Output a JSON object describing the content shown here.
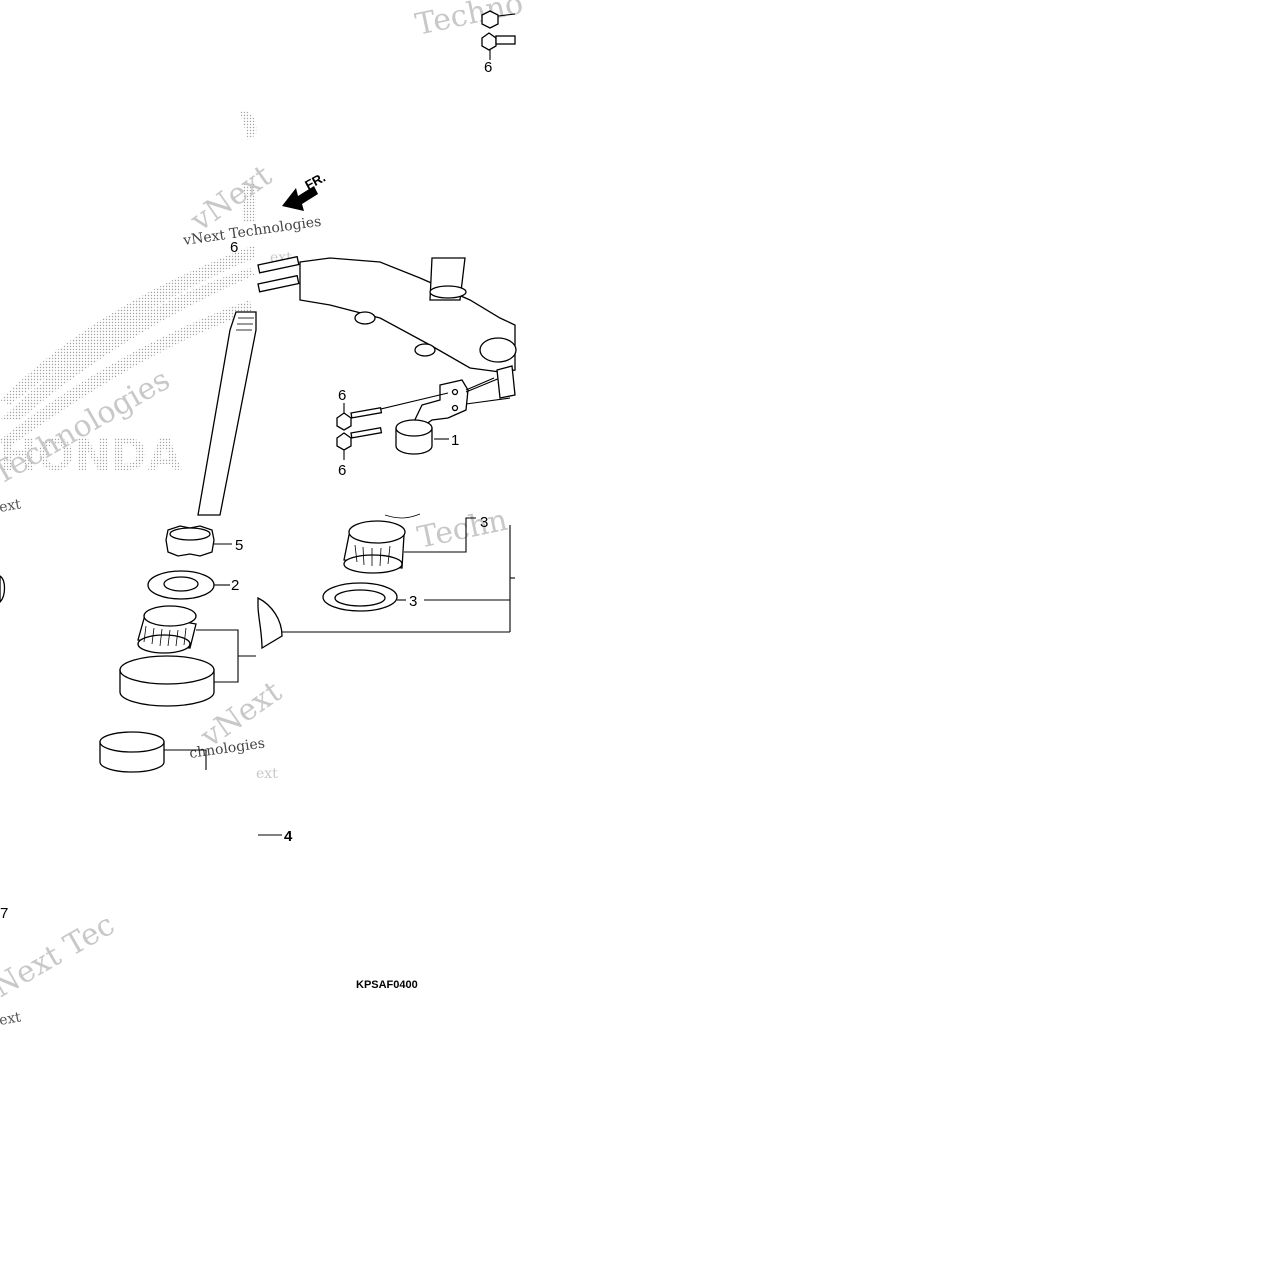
{
  "diagram": {
    "code": "KPSAF0400",
    "direction": "FR.",
    "callouts": [
      "1",
      "2",
      "3",
      "3",
      "4",
      "5",
      "6",
      "6",
      "6",
      "6",
      "7"
    ],
    "brand_logo_text": "HONDA",
    "watermarks": [
      "vNext Technologies",
      "Techno",
      "Techn",
      "vNext",
      "Next Tec",
      "chnologies",
      "ext",
      "Technologies"
    ]
  }
}
